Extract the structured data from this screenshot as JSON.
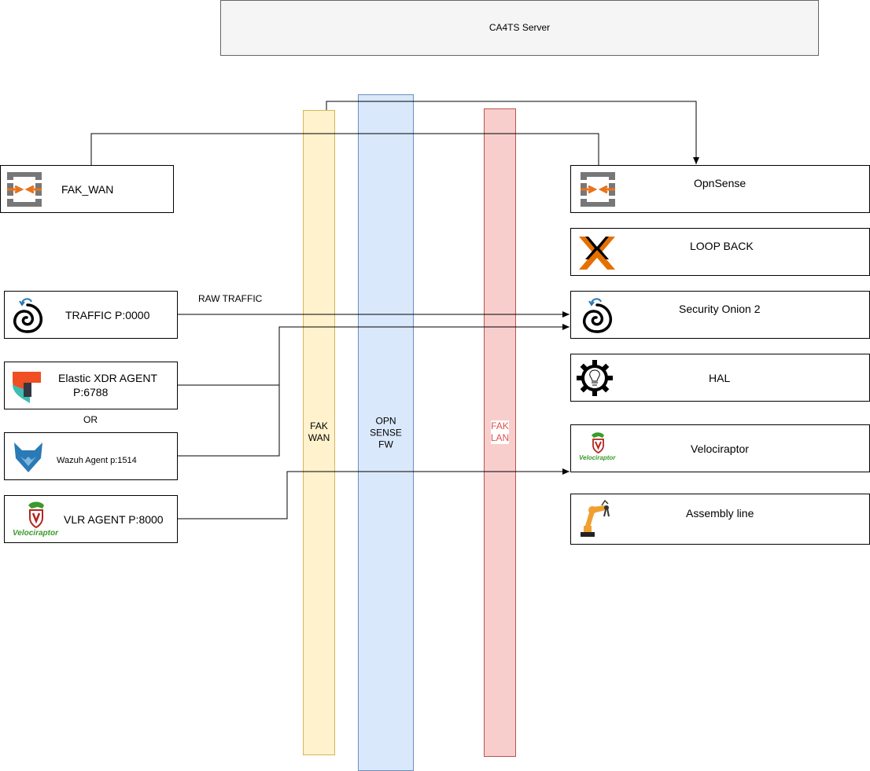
{
  "server": {
    "title": "CA4TS Server"
  },
  "lanes": {
    "fak_wan": {
      "line1": "FAK",
      "line2": "WAN",
      "fill": "#fff2cc",
      "stroke": "#d6b656"
    },
    "opnsense_fw": {
      "line1": "OPN",
      "line2": "SENSE",
      "line3": "FW",
      "fill": "#dae8fc",
      "stroke": "#6c8ebf"
    },
    "fak_lan": {
      "line1": "FAK",
      "line2": "LAN",
      "fill": "#f8cecc",
      "stroke": "#b85450",
      "text_color": "#d9534f"
    }
  },
  "left_nodes": {
    "fak_wan": {
      "label": "FAK_WAN",
      "icon": "opnsense-icon"
    },
    "traffic": {
      "label": "TRAFFIC P:0000",
      "icon": "security-onion-icon"
    },
    "elastic": {
      "label_line1": "Elastic XDR AGENT",
      "label_line2": "P:6788",
      "icon": "elastic-security-icon"
    },
    "or_text": "OR",
    "wazuh": {
      "label": "Wazuh Agent p:1514",
      "icon": "wazuh-icon"
    },
    "vlr": {
      "label": "VLR AGENT P:8000",
      "icon": "velociraptor-icon",
      "icon_text": "Velociraptor"
    }
  },
  "right_nodes": {
    "opnsense": {
      "label": "OpnSense",
      "icon": "opnsense-icon"
    },
    "loopback": {
      "label": "LOOP BACK",
      "icon": "proxmox-icon"
    },
    "security_onion": {
      "label": "Security Onion 2",
      "icon": "security-onion-icon"
    },
    "hal": {
      "label": "HAL",
      "icon": "gear-bulb-icon"
    },
    "velociraptor": {
      "label": "Velociraptor",
      "icon": "velociraptor-icon",
      "icon_text": "Velociraptor"
    },
    "assembly": {
      "label": "Assembly line",
      "icon": "robot-arm-icon"
    }
  },
  "edges": {
    "raw_traffic_label": "RAW TRAFFIC"
  },
  "colors": {
    "opnsense_orange": "#e8731c",
    "gray": "#777777",
    "wazuh_blue": "#2a7ab5",
    "velociraptor_green": "#3a9a2c"
  }
}
